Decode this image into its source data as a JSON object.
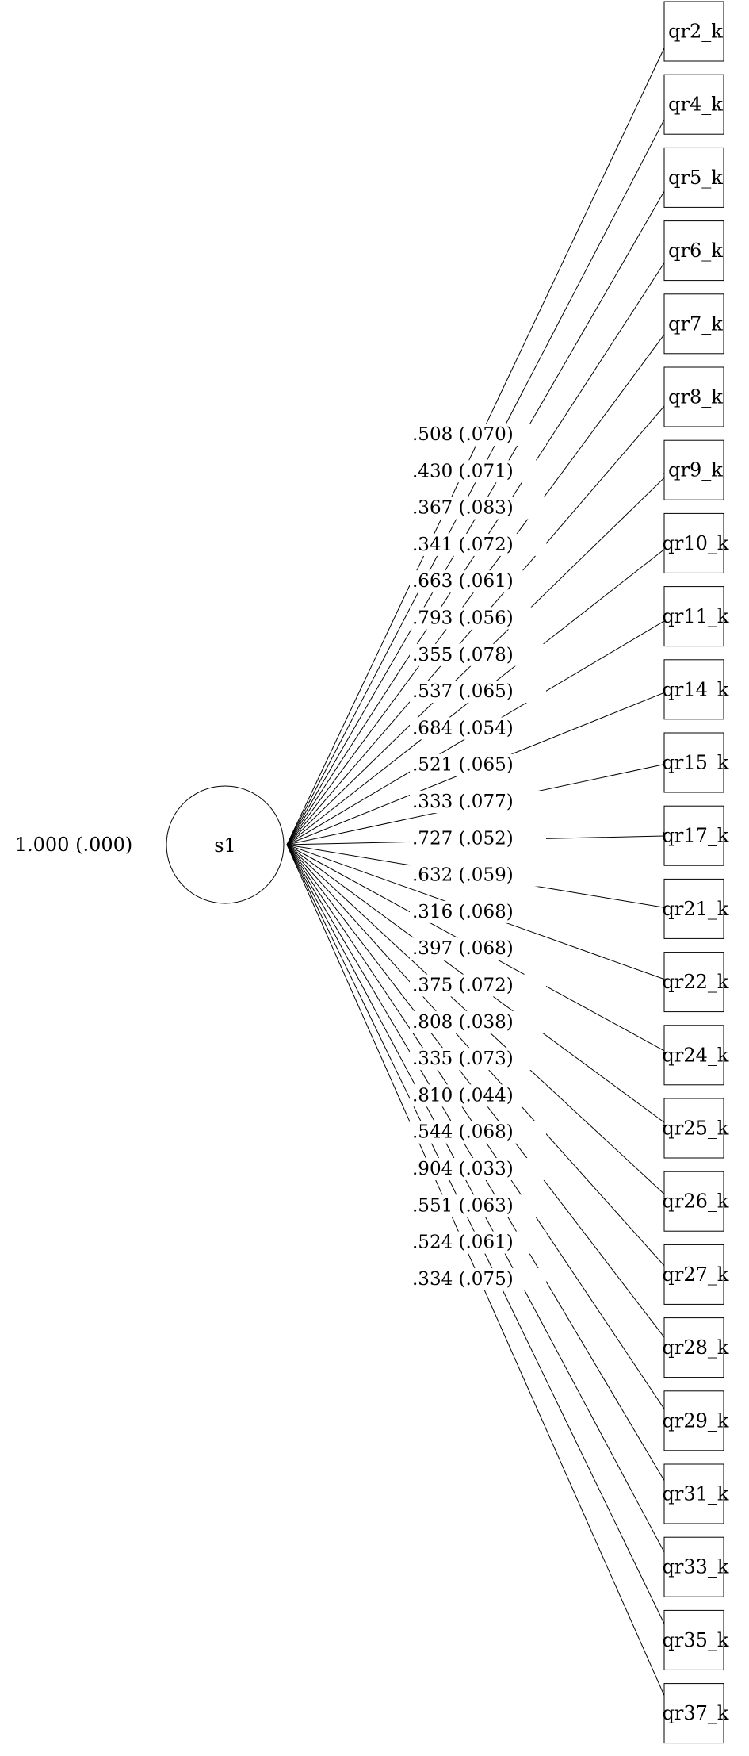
{
  "latent": {
    "label": "s1",
    "variance_label": "1.000 (.000)"
  },
  "indicators": [
    {
      "name": "qr2_k",
      "loading": ".508 (.070)"
    },
    {
      "name": "qr4_k",
      "loading": ".430 (.071)"
    },
    {
      "name": "qr5_k",
      "loading": ".367 (.083)"
    },
    {
      "name": "qr6_k",
      "loading": ".341 (.072)"
    },
    {
      "name": "qr7_k",
      "loading": ".663 (.061)"
    },
    {
      "name": "qr8_k",
      "loading": ".793 (.056)"
    },
    {
      "name": "qr9_k",
      "loading": ".355 (.078)"
    },
    {
      "name": "qr10_k",
      "loading": ".537 (.065)"
    },
    {
      "name": "qr11_k",
      "loading": ".684 (.054)"
    },
    {
      "name": "qr14_k",
      "loading": ".521 (.065)"
    },
    {
      "name": "qr15_k",
      "loading": ".333 (.077)"
    },
    {
      "name": "qr17_k",
      "loading": ".727 (.052)"
    },
    {
      "name": "qr21_k",
      "loading": ".632 (.059)"
    },
    {
      "name": "qr22_k",
      "loading": ".316 (.068)"
    },
    {
      "name": "qr24_k",
      "loading": ".397 (.068)"
    },
    {
      "name": "qr25_k",
      "loading": ".375 (.072)"
    },
    {
      "name": "qr26_k",
      "loading": ".808 (.038)"
    },
    {
      "name": "qr27_k",
      "loading": ".335 (.073)"
    },
    {
      "name": "qr28_k",
      "loading": ".810 (.044)"
    },
    {
      "name": "qr29_k",
      "loading": ".544 (.068)"
    },
    {
      "name": "qr31_k",
      "loading": ".904 (.033)"
    },
    {
      "name": "qr33_k",
      "loading": ".551 (.063)"
    },
    {
      "name": "qr35_k",
      "loading": ".524 (.061)"
    },
    {
      "name": "qr37_k",
      "loading": ".334 (.075)"
    }
  ]
}
